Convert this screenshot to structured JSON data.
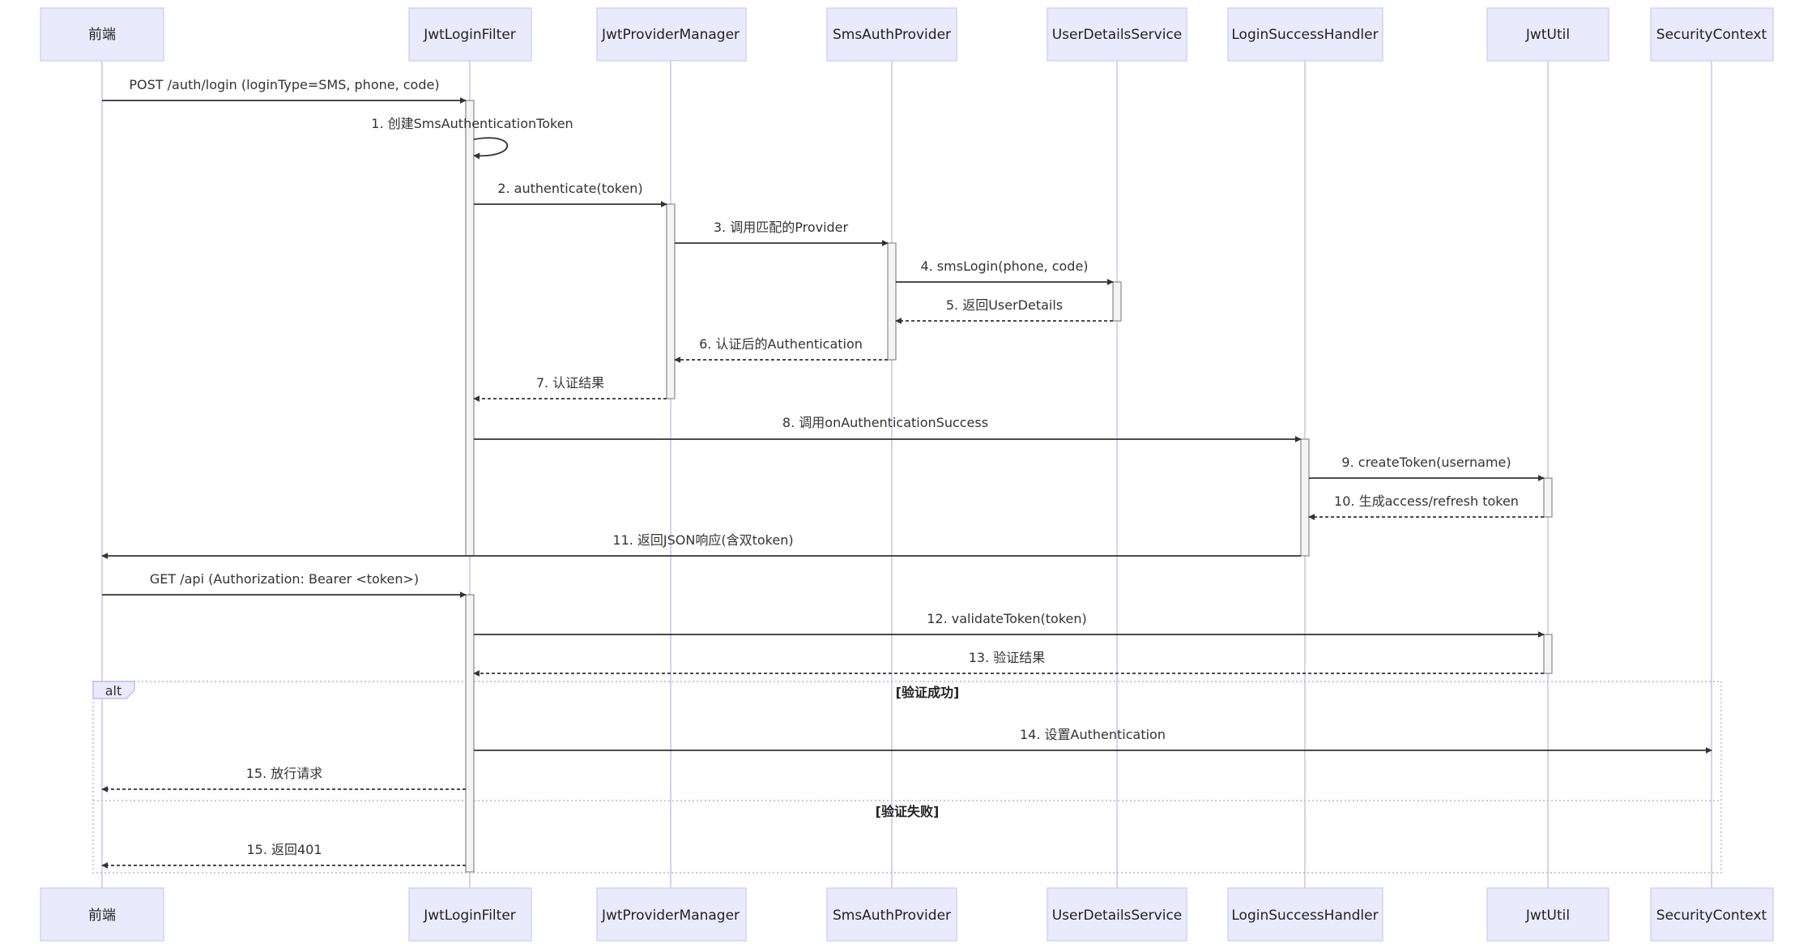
{
  "participants": [
    {
      "id": "fe",
      "label": "前端"
    },
    {
      "id": "jlf",
      "label": "JwtLoginFilter"
    },
    {
      "id": "jpm",
      "label": "JwtProviderManager"
    },
    {
      "id": "sap",
      "label": "SmsAuthProvider"
    },
    {
      "id": "uds",
      "label": "UserDetailsService"
    },
    {
      "id": "lsh",
      "label": "LoginSuccessHandler"
    },
    {
      "id": "jwt",
      "label": "JwtUtil"
    },
    {
      "id": "sc",
      "label": "SecurityContext"
    }
  ],
  "messages": [
    {
      "from": "fe",
      "to": "jlf",
      "label": "POST /auth/login (loginType=SMS, phone, code)",
      "style": "solid"
    },
    {
      "from": "jlf",
      "to": "jlf",
      "label": "1. 创建SmsAuthenticationToken",
      "style": "self"
    },
    {
      "from": "jlf",
      "to": "jpm",
      "label": "2. authenticate(token)",
      "style": "solid"
    },
    {
      "from": "jpm",
      "to": "sap",
      "label": "3. 调用匹配的Provider",
      "style": "solid"
    },
    {
      "from": "sap",
      "to": "uds",
      "label": "4. smsLogin(phone, code)",
      "style": "solid"
    },
    {
      "from": "uds",
      "to": "sap",
      "label": "5. 返回UserDetails",
      "style": "dashed"
    },
    {
      "from": "sap",
      "to": "jpm",
      "label": "6. 认证后的Authentication",
      "style": "dashed"
    },
    {
      "from": "jpm",
      "to": "jlf",
      "label": "7. 认证结果",
      "style": "dashed"
    },
    {
      "from": "jlf",
      "to": "lsh",
      "label": "8. 调用onAuthenticationSuccess",
      "style": "solid"
    },
    {
      "from": "lsh",
      "to": "jwt",
      "label": "9. createToken(username)",
      "style": "solid"
    },
    {
      "from": "jwt",
      "to": "lsh",
      "label": "10. 生成access/refresh token",
      "style": "dashed"
    },
    {
      "from": "lsh",
      "to": "fe",
      "label": "11. 返回JSON响应(含双token)",
      "style": "solid"
    },
    {
      "from": "fe",
      "to": "jlf",
      "label": "GET /api (Authorization: Bearer <token>)",
      "style": "solid"
    },
    {
      "from": "jlf",
      "to": "jwt",
      "label": "12. validateToken(token)",
      "style": "solid"
    },
    {
      "from": "jwt",
      "to": "jlf",
      "label": "13. 验证结果",
      "style": "dashed"
    },
    {
      "from": "jlf",
      "to": "sc",
      "label": "14. 设置Authentication",
      "style": "solid"
    },
    {
      "from": "jlf",
      "to": "fe",
      "label": "15. 放行请求",
      "style": "dashed"
    },
    {
      "from": "jlf",
      "to": "fe",
      "label": "15. 返回401",
      "style": "dashed"
    }
  ],
  "alt_fragment": {
    "keyword": "alt",
    "sections": [
      {
        "condition": "[验证成功]"
      },
      {
        "condition": "[验证失败]"
      }
    ]
  }
}
